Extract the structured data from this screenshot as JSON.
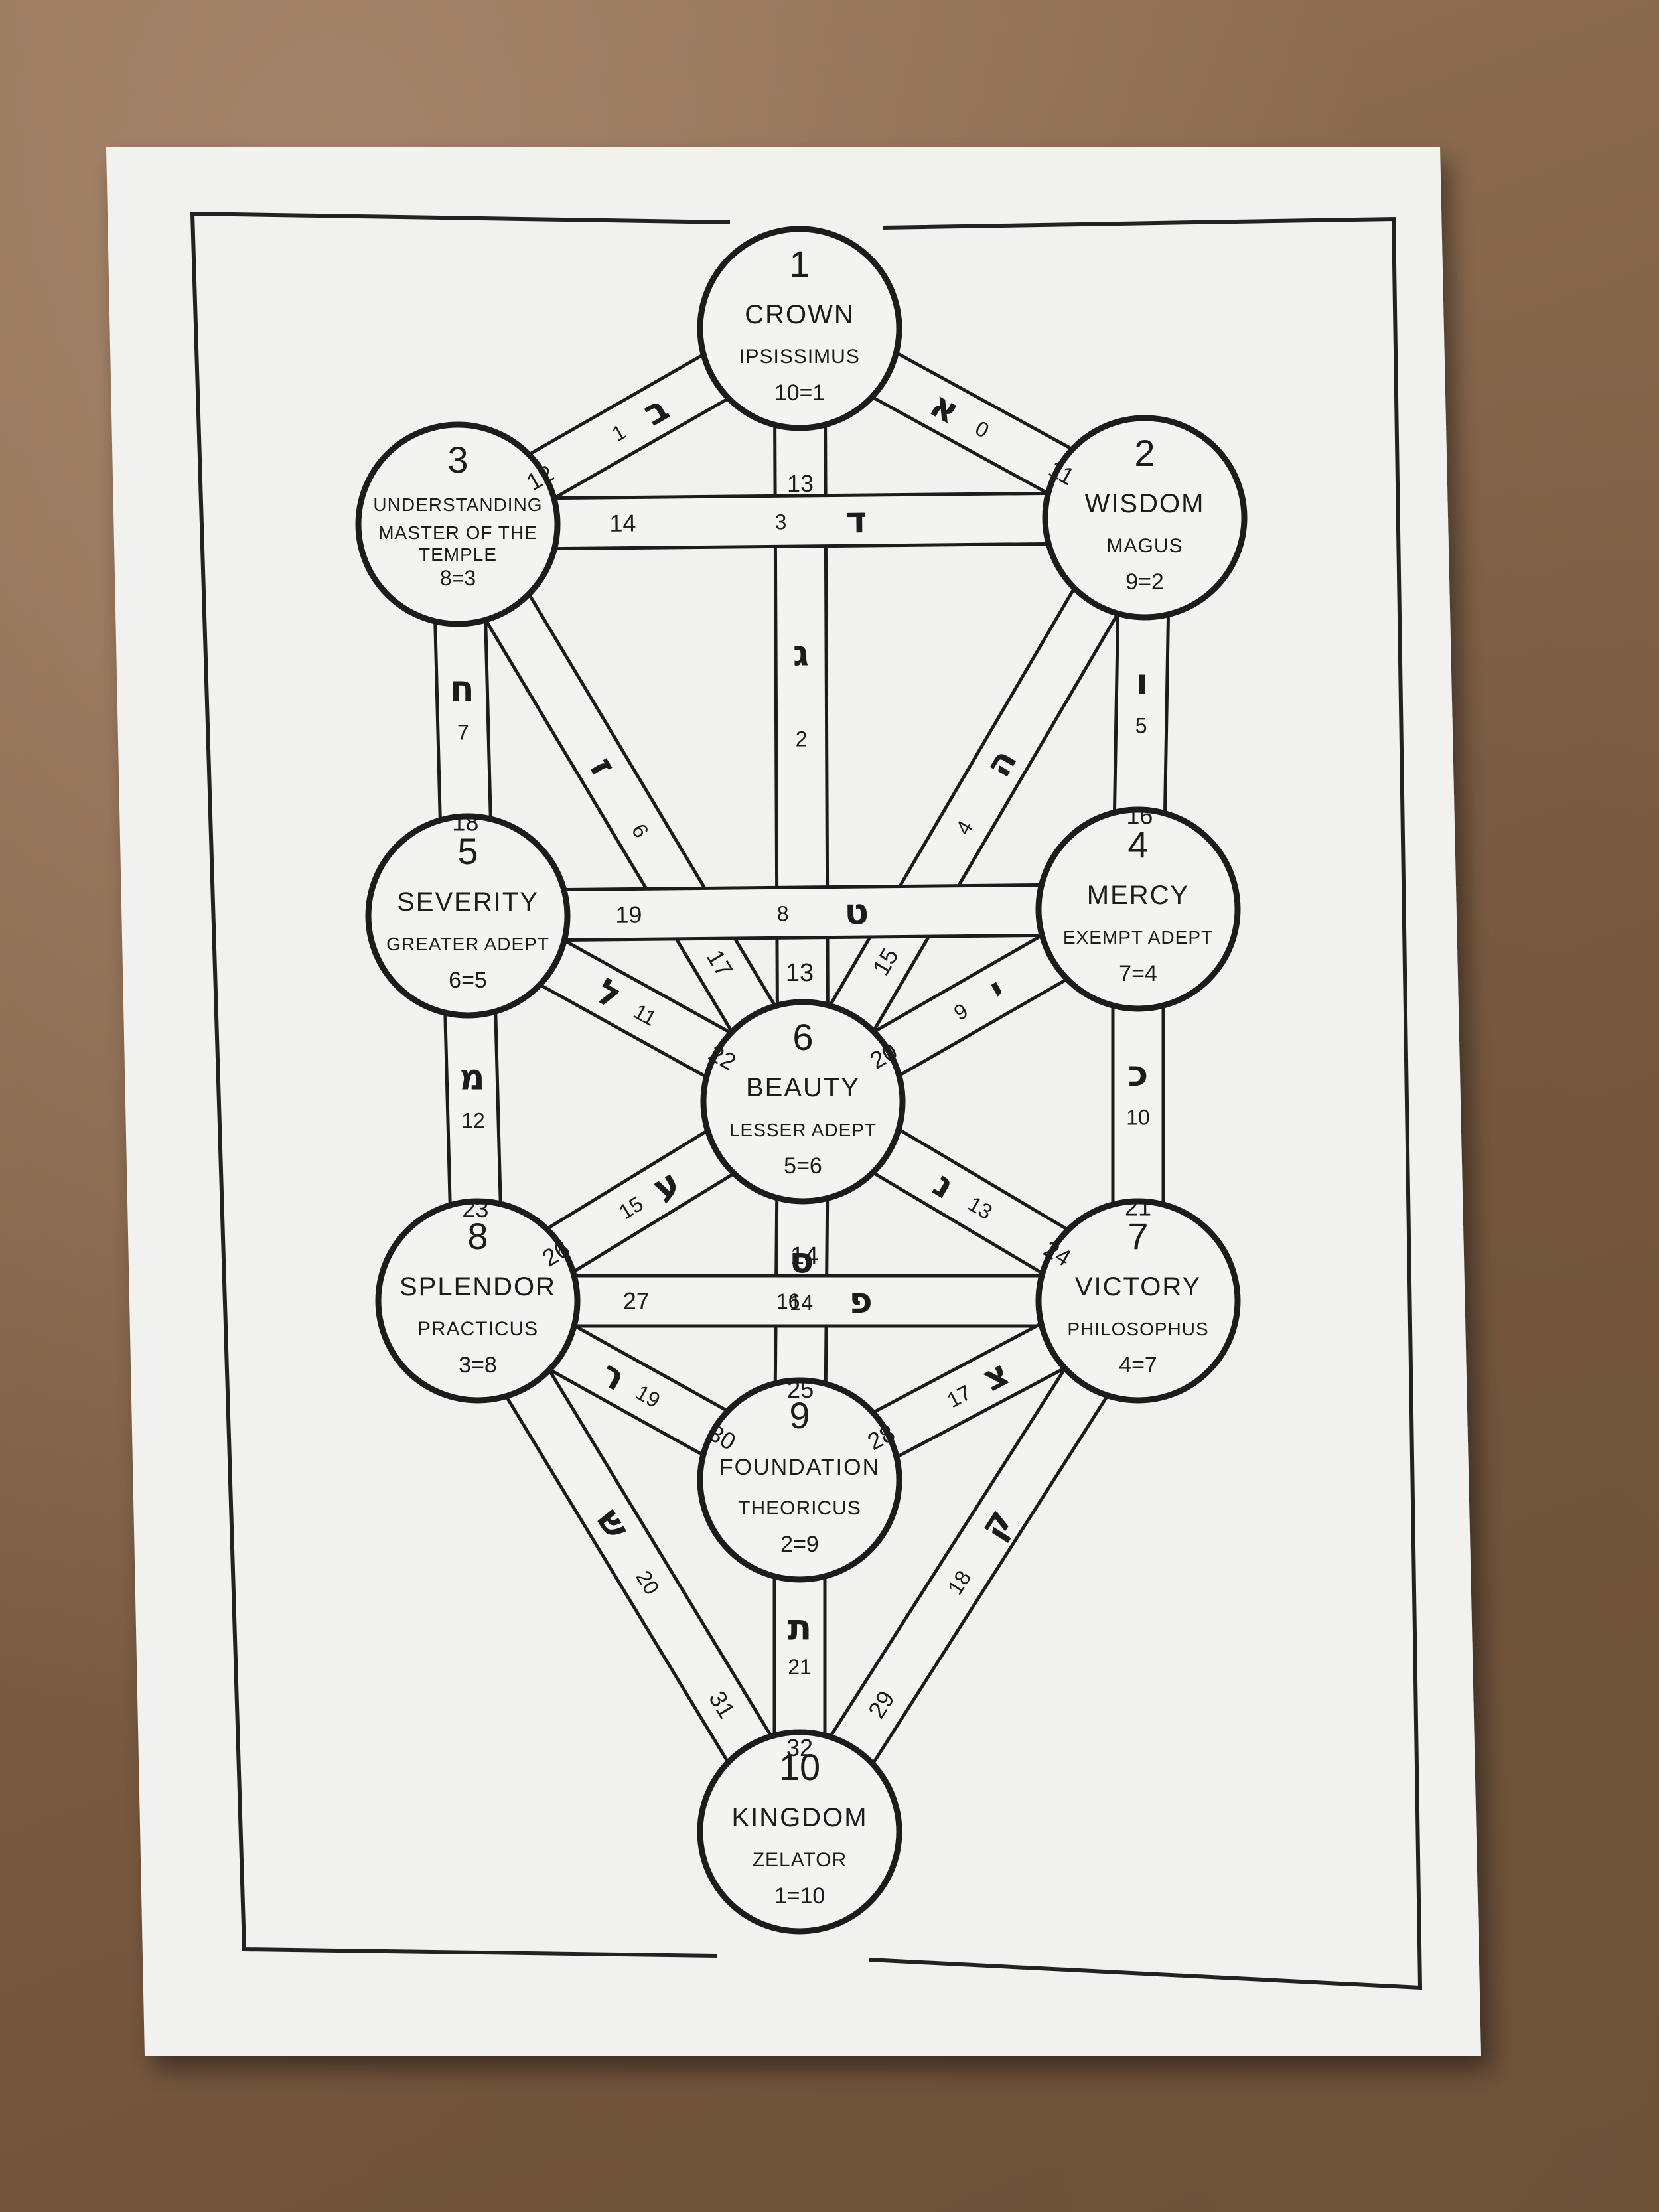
{
  "sephiroth": [
    {
      "id": "1",
      "number": "1",
      "name": "CROWN",
      "title": "IPSISSIMUS",
      "grade": "10=1"
    },
    {
      "id": "2",
      "number": "2",
      "name": "WISDOM",
      "title": "MAGUS",
      "grade": "9=2"
    },
    {
      "id": "3",
      "number": "3",
      "name": "UNDERSTANDING",
      "title": "MASTER OF THE TEMPLE",
      "grade": "8=3"
    },
    {
      "id": "4",
      "number": "4",
      "name": "MERCY",
      "title": "EXEMPT ADEPT",
      "grade": "7=4"
    },
    {
      "id": "5",
      "number": "5",
      "name": "SEVERITY",
      "title": "GREATER ADEPT",
      "grade": "6=5"
    },
    {
      "id": "6",
      "number": "6",
      "name": "BEAUTY",
      "title": "LESSER ADEPT",
      "grade": "5=6"
    },
    {
      "id": "7",
      "number": "7",
      "name": "VICTORY",
      "title": "PHILOSOPHUS",
      "grade": "4=7"
    },
    {
      "id": "8",
      "number": "8",
      "name": "SPLENDOR",
      "title": "PRACTICUS",
      "grade": "3=8"
    },
    {
      "id": "9",
      "number": "9",
      "name": "FOUNDATION",
      "title": "THEORICUS",
      "grade": "2=9"
    },
    {
      "id": "10",
      "number": "10",
      "name": "KINGDOM",
      "title": "ZELATOR",
      "grade": "1=10"
    }
  ],
  "paths": [
    {
      "number": "11",
      "from": "1",
      "to": "2",
      "letter": "א",
      "trump": "0"
    },
    {
      "number": "12",
      "from": "1",
      "to": "3",
      "letter": "ב",
      "trump": "1"
    },
    {
      "number": "13",
      "from": "1",
      "to": "6",
      "letter": "ג",
      "trump": "2"
    },
    {
      "number": "14",
      "from": "2",
      "to": "3",
      "letter": "ד",
      "trump": "3"
    },
    {
      "number": "15",
      "from": "2",
      "to": "6",
      "letter": "ה",
      "trump": "4"
    },
    {
      "number": "16",
      "from": "2",
      "to": "4",
      "letter": "ו",
      "trump": "5"
    },
    {
      "number": "17",
      "from": "3",
      "to": "6",
      "letter": "ז",
      "trump": "6"
    },
    {
      "number": "18",
      "from": "3",
      "to": "5",
      "letter": "ח",
      "trump": "7"
    },
    {
      "number": "19",
      "from": "4",
      "to": "5",
      "letter": "ט",
      "trump": "8"
    },
    {
      "number": "20",
      "from": "4",
      "to": "6",
      "letter": "י",
      "trump": "9"
    },
    {
      "number": "21",
      "from": "4",
      "to": "7",
      "letter": "כ",
      "trump": "10"
    },
    {
      "number": "22",
      "from": "5",
      "to": "6",
      "letter": "ל",
      "trump": "11"
    },
    {
      "number": "23",
      "from": "5",
      "to": "8",
      "letter": "מ",
      "trump": "12"
    },
    {
      "number": "24",
      "from": "6",
      "to": "7",
      "letter": "נ",
      "trump": "13"
    },
    {
      "number": "25",
      "from": "6",
      "to": "9",
      "letter": "ס",
      "trump": "14"
    },
    {
      "number": "26",
      "from": "6",
      "to": "8",
      "letter": "ע",
      "trump": "15"
    },
    {
      "number": "27",
      "from": "7",
      "to": "8",
      "letter": "פ",
      "trump": "16"
    },
    {
      "number": "28",
      "from": "7",
      "to": "9",
      "letter": "צ",
      "trump": "17"
    },
    {
      "number": "29",
      "from": "7",
      "to": "10",
      "letter": "ק",
      "trump": "18"
    },
    {
      "number": "30",
      "from": "8",
      "to": "9",
      "letter": "ר",
      "trump": "19"
    },
    {
      "number": "31",
      "from": "8",
      "to": "10",
      "letter": "ש",
      "trump": "20"
    },
    {
      "number": "32",
      "from": "9",
      "to": "10",
      "letter": "ת",
      "trump": "21"
    }
  ],
  "extra_labels": [
    {
      "text": "13",
      "note": "second 13 label on central path below crossbar"
    },
    {
      "text": "14",
      "note": "label on central path below Beauty"
    }
  ],
  "colors": {
    "ink": "#1c1c1c",
    "paper": "#f3f4f2",
    "wood": "#86664a"
  }
}
